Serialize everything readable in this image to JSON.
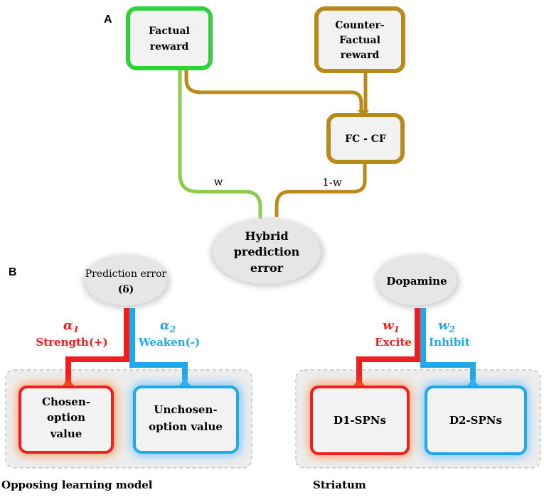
{
  "panel_a": {
    "label": "A",
    "factual_reward": [
      "Factual",
      "reward"
    ],
    "counterfactual_reward": [
      "Counter-",
      "Factual",
      "reward"
    ],
    "fc_cf": "FC - CF",
    "weight_w": "w",
    "weight_1w": "1-w",
    "hybrid": [
      "Hybrid",
      "prediction",
      "error"
    ]
  },
  "panel_b": {
    "label": "B",
    "prediction_error": [
      "Prediction error",
      "(δ)"
    ],
    "alpha1": {
      "symbol": "α",
      "sub": "1",
      "label": "Strength(+)"
    },
    "alpha2": {
      "symbol": "α",
      "sub": "2",
      "label": "Weaken(-)"
    },
    "chosen": [
      "Chosen-",
      "option",
      "value"
    ],
    "unchosen": [
      "Unchosen-",
      "option value"
    ],
    "left_caption": "Opposing learning model",
    "dopamine": "Dopamine",
    "w1": {
      "symbol": "w",
      "sub": "1",
      "label": "Excite"
    },
    "w2": {
      "symbol": "w",
      "sub": "2",
      "label": "Inhibit"
    },
    "d1": "D1-SPNs",
    "d2": "D2-SPNs",
    "right_caption": "Striatum"
  },
  "colors": {
    "green": "#2fd13a",
    "light_green": "#8ccc4a",
    "gold": "#b88a1a",
    "red": "#f01e1e",
    "blue": "#22a8e6",
    "box_fill": "#f2f2f2",
    "ellipse_fill": "#e6e6e6"
  }
}
